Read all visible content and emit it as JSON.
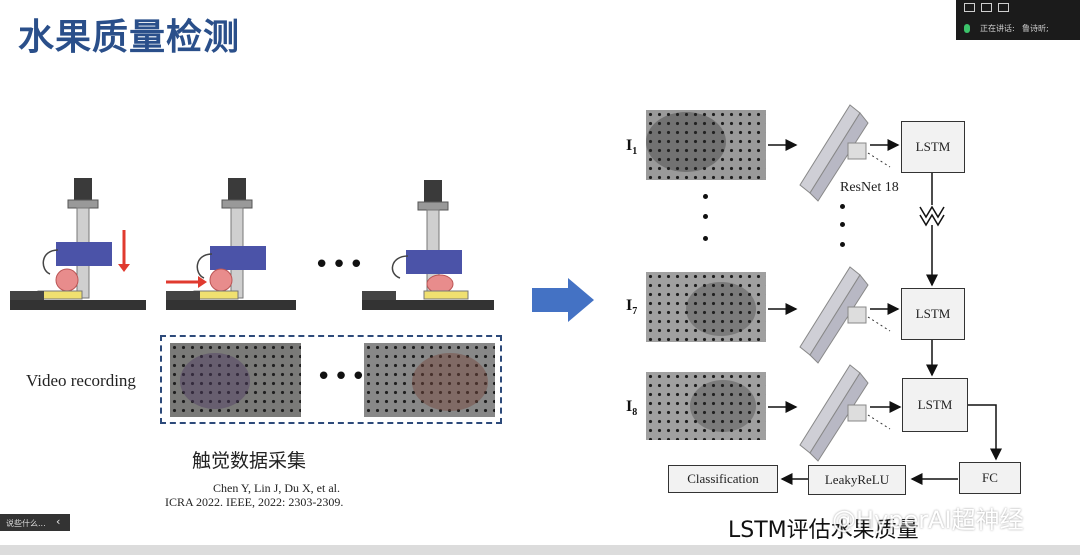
{
  "page": {
    "title": "水果质量检测"
  },
  "meeting": {
    "speaking_label": "正在讲话:",
    "speaker": "鲁诗昕;"
  },
  "left": {
    "video_label": "Video recording",
    "section_caption": "触觉数据采集",
    "citation_line1": "Chen Y, Lin J, Du X, et al.",
    "citation_line2": "ICRA 2022. IEEE, 2022: 2303-2309.",
    "ellipsis": "•••"
  },
  "right": {
    "frames": [
      {
        "letter": "I",
        "sub": "1"
      },
      {
        "letter": "I",
        "sub": "7"
      },
      {
        "letter": "I",
        "sub": "8"
      }
    ],
    "resnet_label": "ResNet 18",
    "lstm_label": "LSTM",
    "fc_label": "FC",
    "leaky_label": "LeakyReLU",
    "class_label": "Classification",
    "caption": "LSTM评估水果质量"
  },
  "watermark": "@HyperAI超神经",
  "bottom_widget": {
    "label": "说些什么...",
    "chevron": "‹"
  },
  "colors": {
    "title": "#2a4f8a",
    "arrow_block": "#4472c4",
    "red_arrow": "#e03a2f",
    "rig_blue": "#4b53a8",
    "fruit": "#e88c8c"
  }
}
